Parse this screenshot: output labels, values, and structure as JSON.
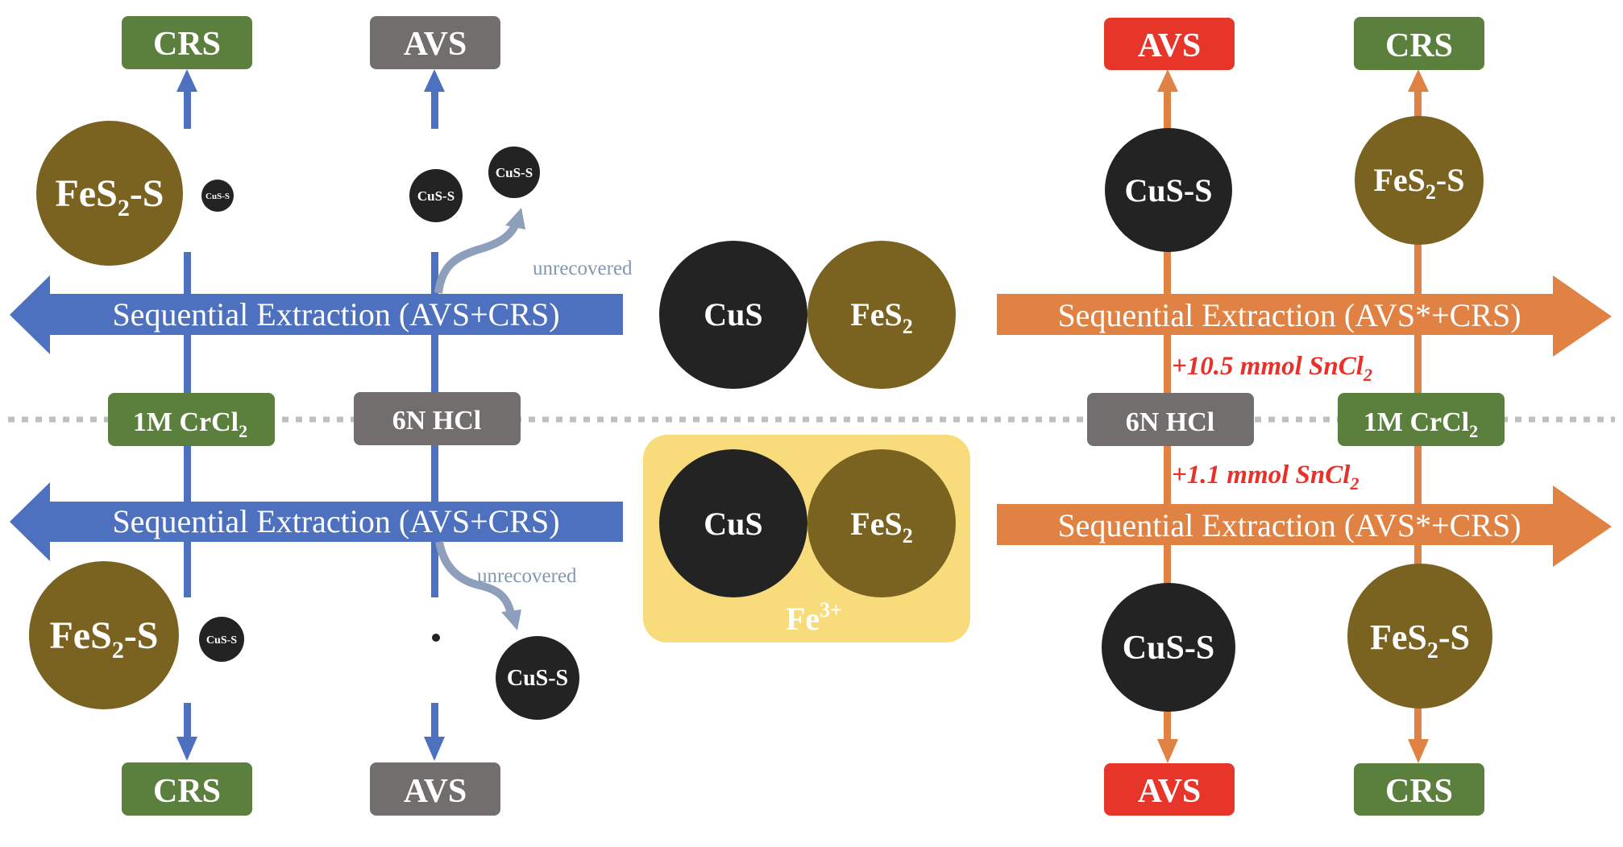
{
  "colors": {
    "blue": "#4e71bf",
    "orange": "#df8244",
    "green": "#5b7f3c",
    "gray": "#726e6d",
    "red": "#e8352a",
    "cus_black": "#232323",
    "fes2_brown": "#7a6221",
    "fe3_yellow": "#f8dc7c",
    "unrecovered_arrow": "#8d9fba",
    "dotted_line": "#bfbfbf",
    "snc_text": "#e8312a"
  },
  "center": {
    "top_pair": {
      "cus": "CuS",
      "fes2": "FeS",
      "fes2_sub": "2"
    },
    "bottom_pair": {
      "cus": "CuS",
      "fes2": "FeS",
      "fes2_sub": "2",
      "medium": "Fe",
      "medium_sup": "3+"
    }
  },
  "left_panel": {
    "top_bar_label": "Sequential Extraction (AVS+CRS)",
    "bottom_bar_label": "Sequential Extraction (AVS+CRS)",
    "reagents": [
      {
        "label": "1M CrCl",
        "sub": "2",
        "color": "green"
      },
      {
        "label": "6N HCl",
        "sub": "",
        "color": "gray"
      }
    ],
    "top_outputs": [
      {
        "label": "CRS",
        "color": "green"
      },
      {
        "label": "AVS",
        "color": "gray"
      }
    ],
    "bottom_outputs": [
      {
        "label": "CRS",
        "color": "green"
      },
      {
        "label": "AVS",
        "color": "gray"
      }
    ],
    "top_species": {
      "fes2_s": {
        "main": "FeS",
        "sub": "2",
        "suffix": "-S"
      },
      "small_cus_crs": "CuS-S",
      "cus_avs": "CuS-S",
      "cus_unrecovered": "CuS-S"
    },
    "bottom_species": {
      "fes2_s": {
        "main": "FeS",
        "sub": "2",
        "suffix": "-S"
      },
      "small_cus_crs": "CuS-S",
      "tiny_cus_avs": "",
      "cus_unrecovered": "CuS-S"
    },
    "unrecovered_label_top": "unrecovered",
    "unrecovered_label_bottom": "unrecovered"
  },
  "right_panel": {
    "top_bar_label": "Sequential Extraction (AVS*+CRS)",
    "bottom_bar_label": "Sequential Extraction (AVS*+CRS)",
    "reagents": [
      {
        "label": "6N HCl",
        "sub": "",
        "color": "gray"
      },
      {
        "label": "1M CrCl",
        "sub": "2",
        "color": "green"
      }
    ],
    "sncl2_top": {
      "text": "+10.5 mmol SnCl",
      "sub": "2"
    },
    "sncl2_bottom": {
      "text": "+1.1 mmol SnCl",
      "sub": "2"
    },
    "top_outputs": [
      {
        "label": "AVS",
        "color": "red"
      },
      {
        "label": "CRS",
        "color": "green"
      }
    ],
    "bottom_outputs": [
      {
        "label": "AVS",
        "color": "red"
      },
      {
        "label": "CRS",
        "color": "green"
      }
    ],
    "top_species": {
      "cus_s": "CuS-S",
      "fes2_s": {
        "main": "FeS",
        "sub": "2",
        "suffix": "-S"
      }
    },
    "bottom_species": {
      "cus_s": "CuS-S",
      "fes2_s": {
        "main": "FeS",
        "sub": "2",
        "suffix": "-S"
      }
    }
  }
}
